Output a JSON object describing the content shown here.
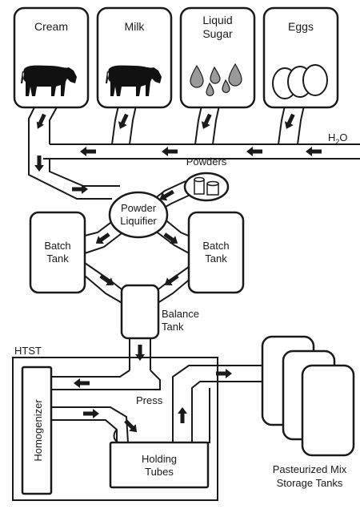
{
  "ingredients": {
    "cream": "Cream",
    "milk": "Milk",
    "liquid_sugar_line1": "Liquid",
    "liquid_sugar_line2": "Sugar",
    "eggs": "Eggs"
  },
  "water": {
    "base": "H",
    "sub": "2",
    "tail": "O"
  },
  "powders": "Powders",
  "powder_liquifier_line1": "Powder",
  "powder_liquifier_line2": "Liquifier",
  "batch_tank_left_line1": "Batch",
  "batch_tank_left_line2": "Tank",
  "batch_tank_right_line1": "Batch",
  "batch_tank_right_line2": "Tank",
  "balance_tank_line1": "Balance",
  "balance_tank_line2": "Tank",
  "htst": "HTST",
  "homogenizer": "Homogenizer",
  "press": "Press",
  "holding_tubes_line1": "Holding",
  "holding_tubes_line2": "Tubes",
  "storage_line1": "Pasteurized Mix",
  "storage_line2": "Storage Tanks",
  "colors": {
    "ink": "#1a1a1a",
    "drop_fill": "#9a9a9a"
  },
  "icons": [
    "cow-icon",
    "sugar-drops-icon",
    "eggs-icon",
    "powder-cans-icon",
    "flow-arrow-icon"
  ]
}
